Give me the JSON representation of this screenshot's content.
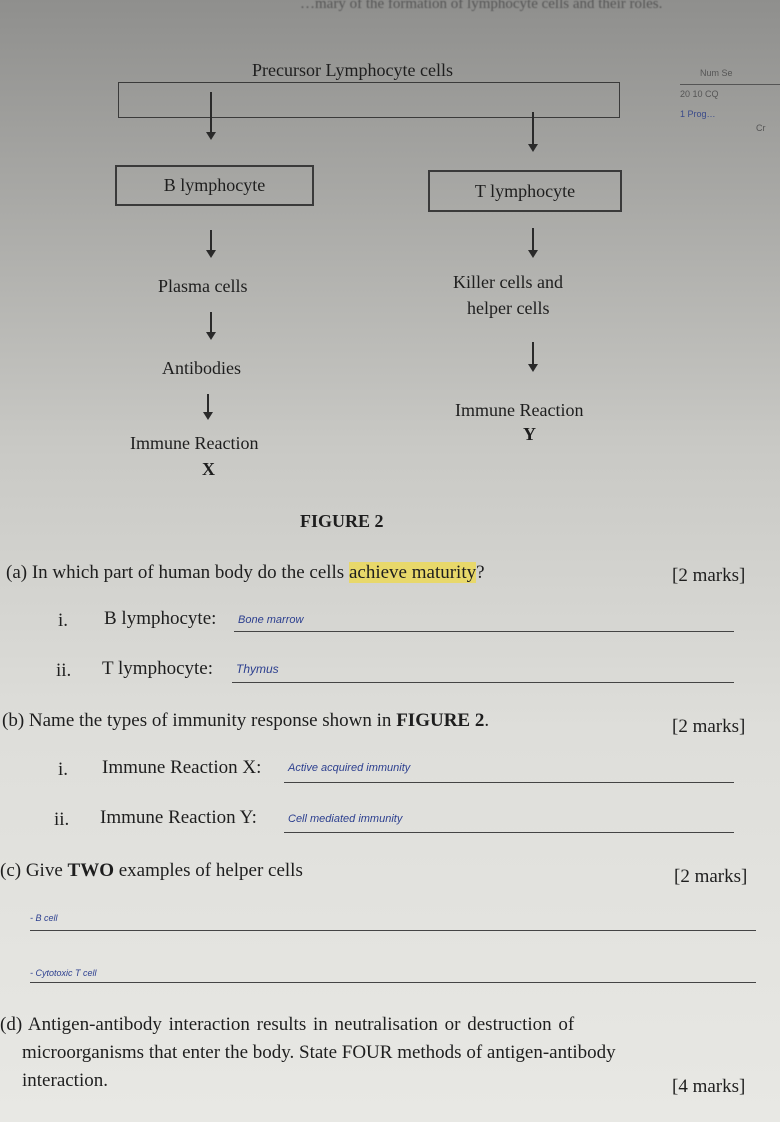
{
  "intro_text": "…mary of the formation of lymphocyte cells and their roles.",
  "margin_notes": [
    "Num  Se",
    "20  10 CQ",
    "1  Prog…",
    "Cr"
  ],
  "figure": {
    "precursor": "Precursor Lymphocyte cells",
    "b_lymphocyte": "B lymphocyte",
    "t_lymphocyte": "T lymphocyte",
    "plasma_cells": "Plasma cells",
    "killer_line1": "Killer cells and",
    "killer_line2": "helper cells",
    "antibodies": "Antibodies",
    "immune_reaction_left": "Immune Reaction",
    "x_label": "X",
    "immune_reaction_right": "Immune Reaction",
    "y_label": "Y",
    "caption": "FIGURE 2"
  },
  "qa": {
    "prefix": "(a) In which part of human body do the cells ",
    "highlight": "achieve maturity",
    "suffix": "?",
    "marks": "[2 marks]",
    "i_label": "i.",
    "i_text": "B lymphocyte:",
    "i_answer": "Bone marrow",
    "ii_label": "ii.",
    "ii_text": "T lymphocyte:",
    "ii_answer": "Thymus"
  },
  "qb": {
    "prefix": "(b) Name the types of immunity response shown in ",
    "bold": "FIGURE 2",
    "suffix": ".",
    "marks": "[2 marks]",
    "i_label": "i.",
    "i_text": "Immune Reaction X:",
    "i_answer": "Active acquired immunity",
    "ii_label": "ii.",
    "ii_text": "Immune Reaction Y:",
    "ii_answer": "Cell mediated immunity"
  },
  "qc": {
    "prefix": "(c) Give ",
    "bold": "TWO",
    "suffix": " examples of helper cells",
    "marks": "[2 marks]",
    "answer1": "- B cell",
    "answer2": "- Cytotoxic T cell"
  },
  "qd": {
    "line1": "(d) Antigen-antibody   interaction   results   in   neutralisation   or   destruction   of",
    "line2": "microorganisms that enter the body. State FOUR methods of antigen-antibody",
    "line3": "interaction.",
    "marks": "[4 marks]"
  }
}
